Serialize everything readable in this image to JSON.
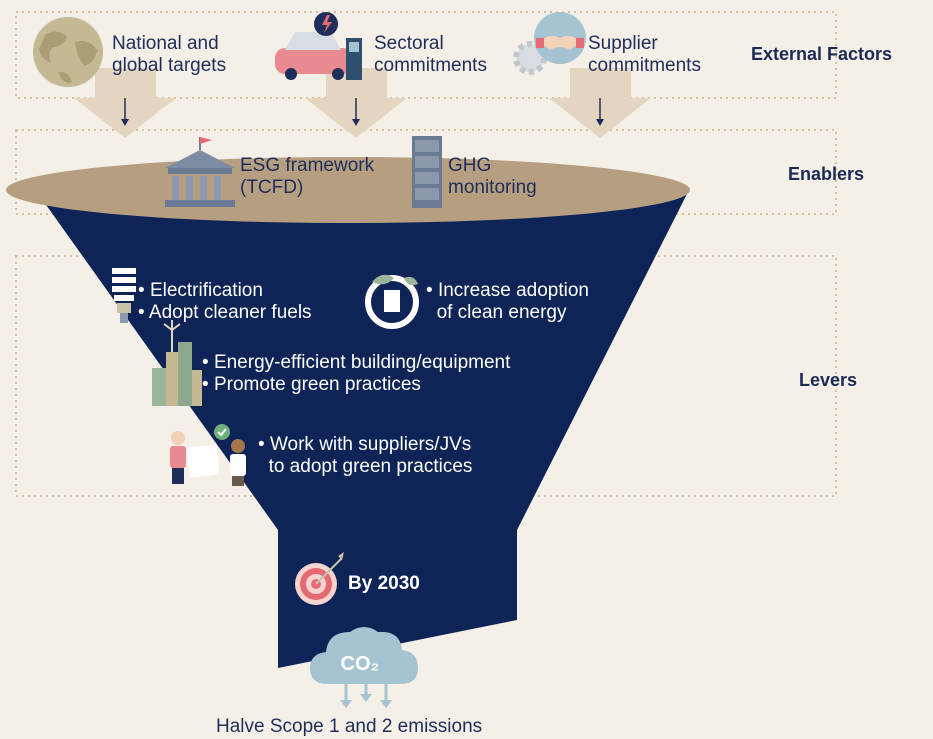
{
  "colors": {
    "background": "#f4efe7",
    "funnel": "#0e2356",
    "funnel_top": "#b69f80",
    "arrow": "#e3d5c0",
    "dotted_border": "#d8bfa2",
    "text_dark": "#1f2d5a",
    "cloud": "#a5c3d1",
    "target": "#e66a73"
  },
  "categories": {
    "external": "External Factors",
    "enablers": "Enablers",
    "levers": "Levers"
  },
  "external_factors": [
    {
      "icon": "globe-icon",
      "line1": "National and",
      "line2": "global targets"
    },
    {
      "icon": "electric-car-icon",
      "line1": "Sectoral",
      "line2": "commitments"
    },
    {
      "icon": "handshake-icon",
      "line1": "Supplier",
      "line2": "commitments"
    }
  ],
  "enablers": [
    {
      "icon": "building-icon",
      "line1": "ESG framework",
      "line2": "(TCFD)"
    },
    {
      "icon": "server-icon",
      "line1": "GHG",
      "line2": "monitoring"
    }
  ],
  "levers": [
    {
      "icon": "lightbulb-icon",
      "items": [
        "Electrification",
        "Adopt cleaner fuels"
      ]
    },
    {
      "icon": "clean-energy-icon",
      "items": [
        "Increase adoption",
        "of clean energy"
      ]
    },
    {
      "icon": "green-buildings-icon",
      "items": [
        "Energy-efficient building/equipment",
        "Promote green practices"
      ]
    },
    {
      "icon": "partners-icon",
      "items": [
        "Work with suppliers/JVs",
        "to adopt green practices"
      ]
    }
  ],
  "target": {
    "icon": "target-icon",
    "label": "By 2030"
  },
  "outcome": {
    "icon": "co2-cloud-icon",
    "cloud_text": "CO₂",
    "label": "Halve Scope 1 and 2 emissions"
  }
}
